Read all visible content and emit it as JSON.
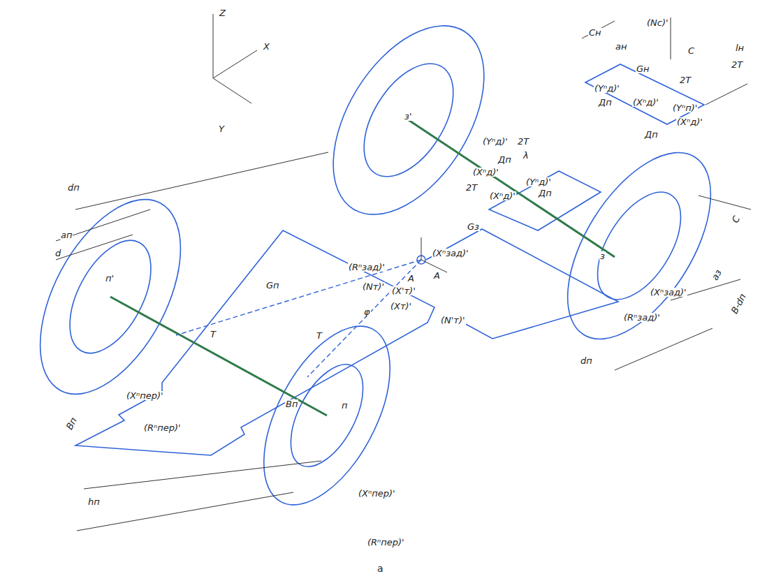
{
  "diagram": {
    "caption": "а",
    "labels": [
      "Z",
      "X",
      "Y",
      "dп",
      "aп",
      "d",
      "п'",
      "Gп",
      "T",
      "T",
      "A",
      "φ",
      "(Xⁿпер)'",
      "(Rⁿпер)'",
      "Bп",
      "Bп",
      "hп",
      "п",
      "(Xⁿпер)'",
      "(Rⁿпер)'",
      "(Rⁿзад)'",
      "(Nт)'",
      "(X'т)'",
      "(Xт)'",
      "(N'т)'",
      "(Xⁿзад)'",
      "A",
      "з'",
      "Gз",
      "з",
      "C",
      "aз",
      "B-dп",
      "dп",
      "(Xⁿзад)'",
      "(Rⁿзад)'",
      "(Yⁿд)'",
      "Дп",
      "(Xⁿд)'",
      "2T",
      "λ",
      "(Yⁿд)'",
      "2T",
      "(Xⁿд)'",
      "Дп",
      "Cн",
      "aн",
      "lн",
      "(Nс)'",
      "C",
      "2T",
      "2T",
      "Gн",
      "(Yⁿд)'",
      "Дп",
      "(Xⁿд)'",
      "(Yⁿп)'",
      "(Xⁿд)'",
      "Дп"
    ]
  }
}
